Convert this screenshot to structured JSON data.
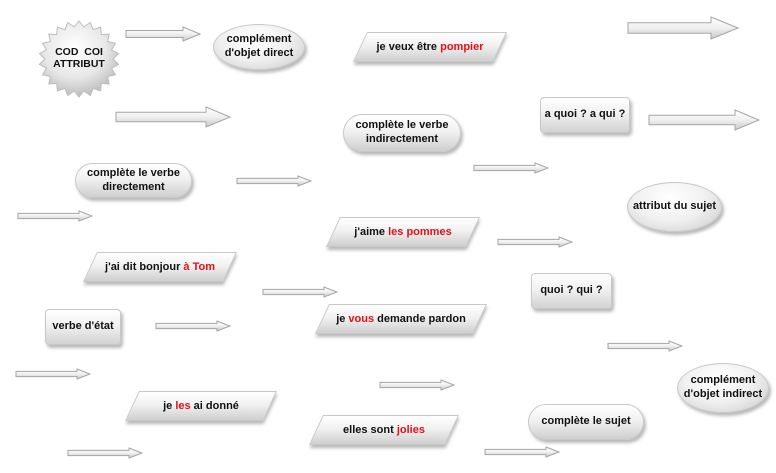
{
  "badge": {
    "line1": "COD  COI",
    "line2": "ATTRIBUT"
  },
  "bubbles": {
    "cod": {
      "line1": "complément",
      "line2": "d'objet direct"
    },
    "coi": {
      "line1": "complément",
      "line2": "d'objet indirect"
    },
    "complete_verbe_indirect": {
      "line1": "complète le verbe",
      "line2": "indirectement"
    },
    "complete_verbe_direct": {
      "line1": "complète le verbe",
      "line2": "directement"
    },
    "attribut_sujet": "attribut du sujet",
    "a_quoi_a_qui": "a quoi ? a qui ?",
    "quoi_qui": "quoi ? qui ?",
    "verbe_etat": "verbe d'état",
    "complete_sujet": "complète le sujet"
  },
  "examples": {
    "pompier": {
      "before": "je veux être ",
      "highlight": "pompier",
      "after": ""
    },
    "pommes": {
      "before": "j'aime ",
      "highlight": "les pommes",
      "after": ""
    },
    "tom": {
      "before": "j'ai dit bonjour ",
      "highlight": "à Tom",
      "after": ""
    },
    "pardon": {
      "before": "je ",
      "highlight": "vous",
      "after": " demande pardon"
    },
    "donne": {
      "before": "je ",
      "highlight": "les",
      "after": " ai donné"
    },
    "jolies": {
      "before": "elles sont ",
      "highlight": "jolies",
      "after": ""
    }
  },
  "colors": {
    "highlight": "#e0101c",
    "arrow_fill": "#f2f2f2",
    "arrow_stroke": "#a5a5a5"
  }
}
